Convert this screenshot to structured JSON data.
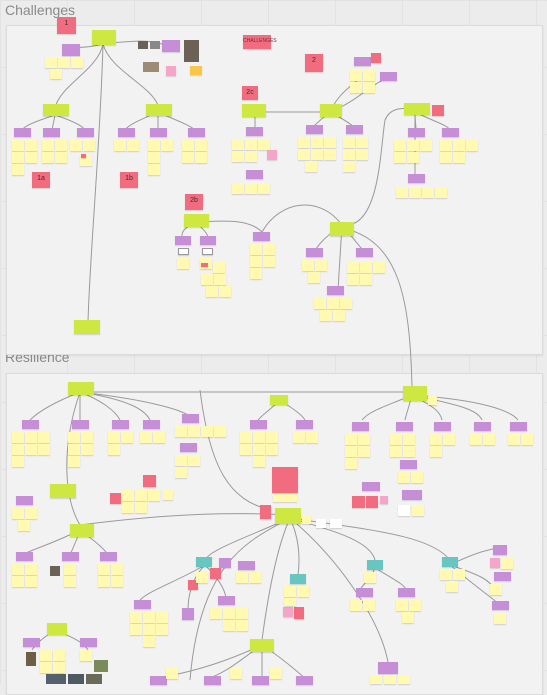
{
  "board": {
    "frames": [
      {
        "title": "Challenges"
      },
      {
        "title": "Resilience"
      }
    ],
    "sticky_numbers": [
      "1",
      "1a",
      "1b",
      "2",
      "2b",
      "2c"
    ],
    "sticky_label": "CHALLENGES",
    "colors": {
      "background": "#ececec",
      "frame": "#f2f2f2",
      "yellow_sticky": "#fff9b1",
      "green_sticky": "#cee741",
      "purple_sticky": "#c68ed6",
      "red_sticky": "#f16c7f",
      "pink_sticky": "#f5a6c8",
      "teal_sticky": "#67c6c0",
      "connector": "#9a9a9a"
    }
  }
}
